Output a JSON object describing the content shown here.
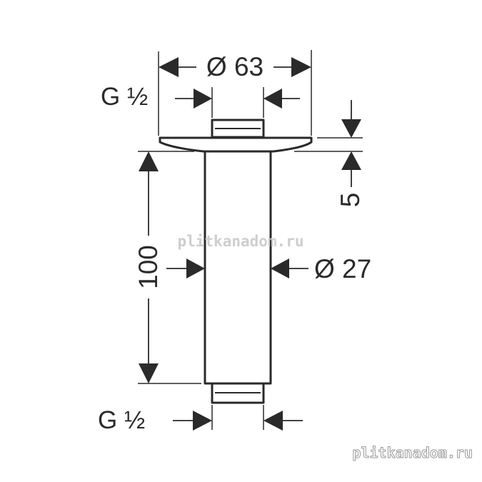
{
  "dimensions": {
    "flange_diameter": "Ø 63",
    "pipe_diameter": "Ø 27",
    "length": "100",
    "flange_thickness": "5",
    "thread_top": "G ½",
    "thread_bottom": "G ½"
  },
  "watermarks": {
    "center": "plitkanadom.ru",
    "corner": "plitkanadom.ru"
  },
  "colors": {
    "line": "#2a2a2a",
    "watermark_center": "#c9c9c9",
    "watermark_corner": "#ffffff",
    "watermark_corner_stroke": "#9a9a9a"
  }
}
